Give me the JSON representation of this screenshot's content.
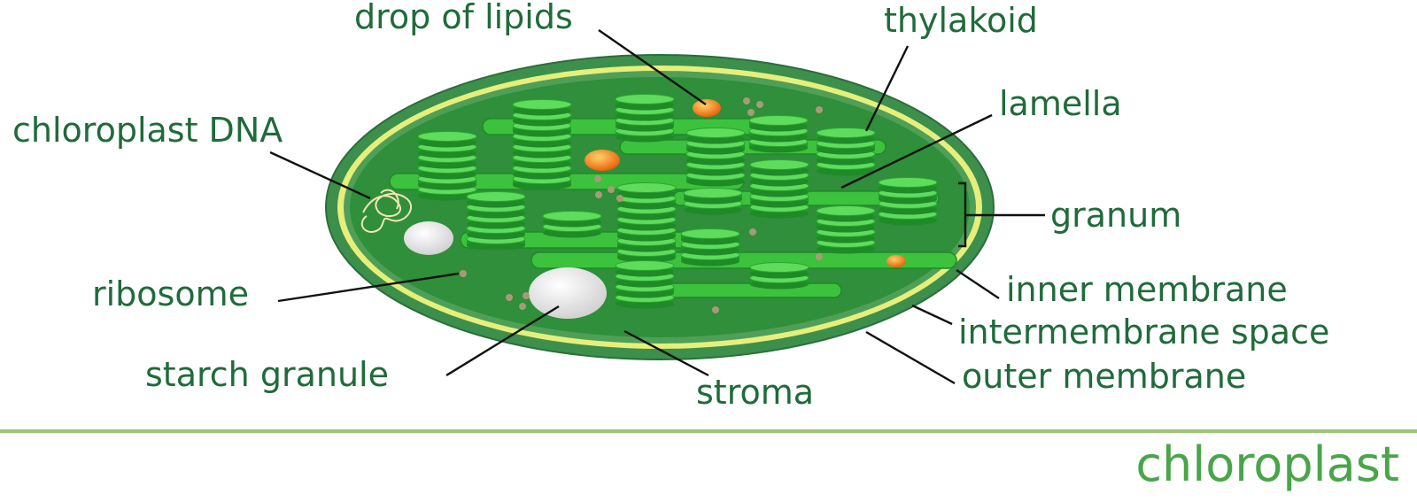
{
  "title": "chloroplast",
  "labels": {
    "drop_of_lipids": "drop of lipids",
    "thylakoid": "thylakoid",
    "lamella": "lamella",
    "chloroplast_dna": "chloroplast DNA",
    "granum": "granum",
    "inner_membrane": "inner membrane",
    "intermembrane_space": "intermembrane space",
    "outer_membrane": "outer membrane",
    "ribosome": "ribosome",
    "starch_granule": "starch granule",
    "stroma": "stroma"
  },
  "colors": {
    "label_text": "#1f6b3a",
    "title_text": "#4aa54a",
    "outer_membrane": "#3d8f4c",
    "intermembrane_space": "#e6ef7a",
    "stroma": "#2f8f3a",
    "thylakoid": "#3cc23c",
    "thylakoid_dark": "#1f9a2a",
    "lipid_drop": "#f07a10",
    "starch": "#e8e8e8",
    "ribosome": "#a89a78",
    "baseline": "#9cc47a"
  }
}
